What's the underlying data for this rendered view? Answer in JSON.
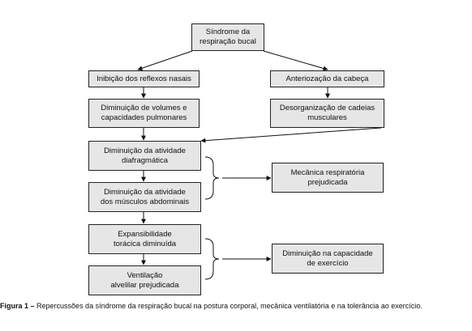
{
  "nodes": {
    "sindrome": [
      "Síndrome da",
      "respiração bucal"
    ],
    "inibicao": [
      "Inibição dos reflexos nasais"
    ],
    "anteriorizacao": [
      "Anteriozação da cabeça"
    ],
    "diminuicao_volumes": [
      "Diminuição de volumes e",
      "capacidades pulmonares"
    ],
    "desorganizacao": [
      "Desorganização de cadeias",
      "musculares"
    ],
    "diafragmatica": [
      "Diminuição da atividade",
      "diafragmática"
    ],
    "mecanica": [
      "Mecânica respiratória",
      "prejudicada"
    ],
    "abdominais": [
      "Diminuição da atividade",
      "dos músculos abdominais"
    ],
    "expansibilidade": [
      "Expansibilidade",
      "torácica diminuída"
    ],
    "capacidade": [
      "Diminuição na capacidade",
      "de exercício"
    ],
    "ventilacao": [
      "Ventilação",
      "alvelilar prejudicada"
    ]
  },
  "caption": {
    "label": "Figura 1 –",
    "text": "Repercussões da síndrome da respiração bucal na postura corporal, mecânica ventilatória e na tolerância ao exercício."
  }
}
